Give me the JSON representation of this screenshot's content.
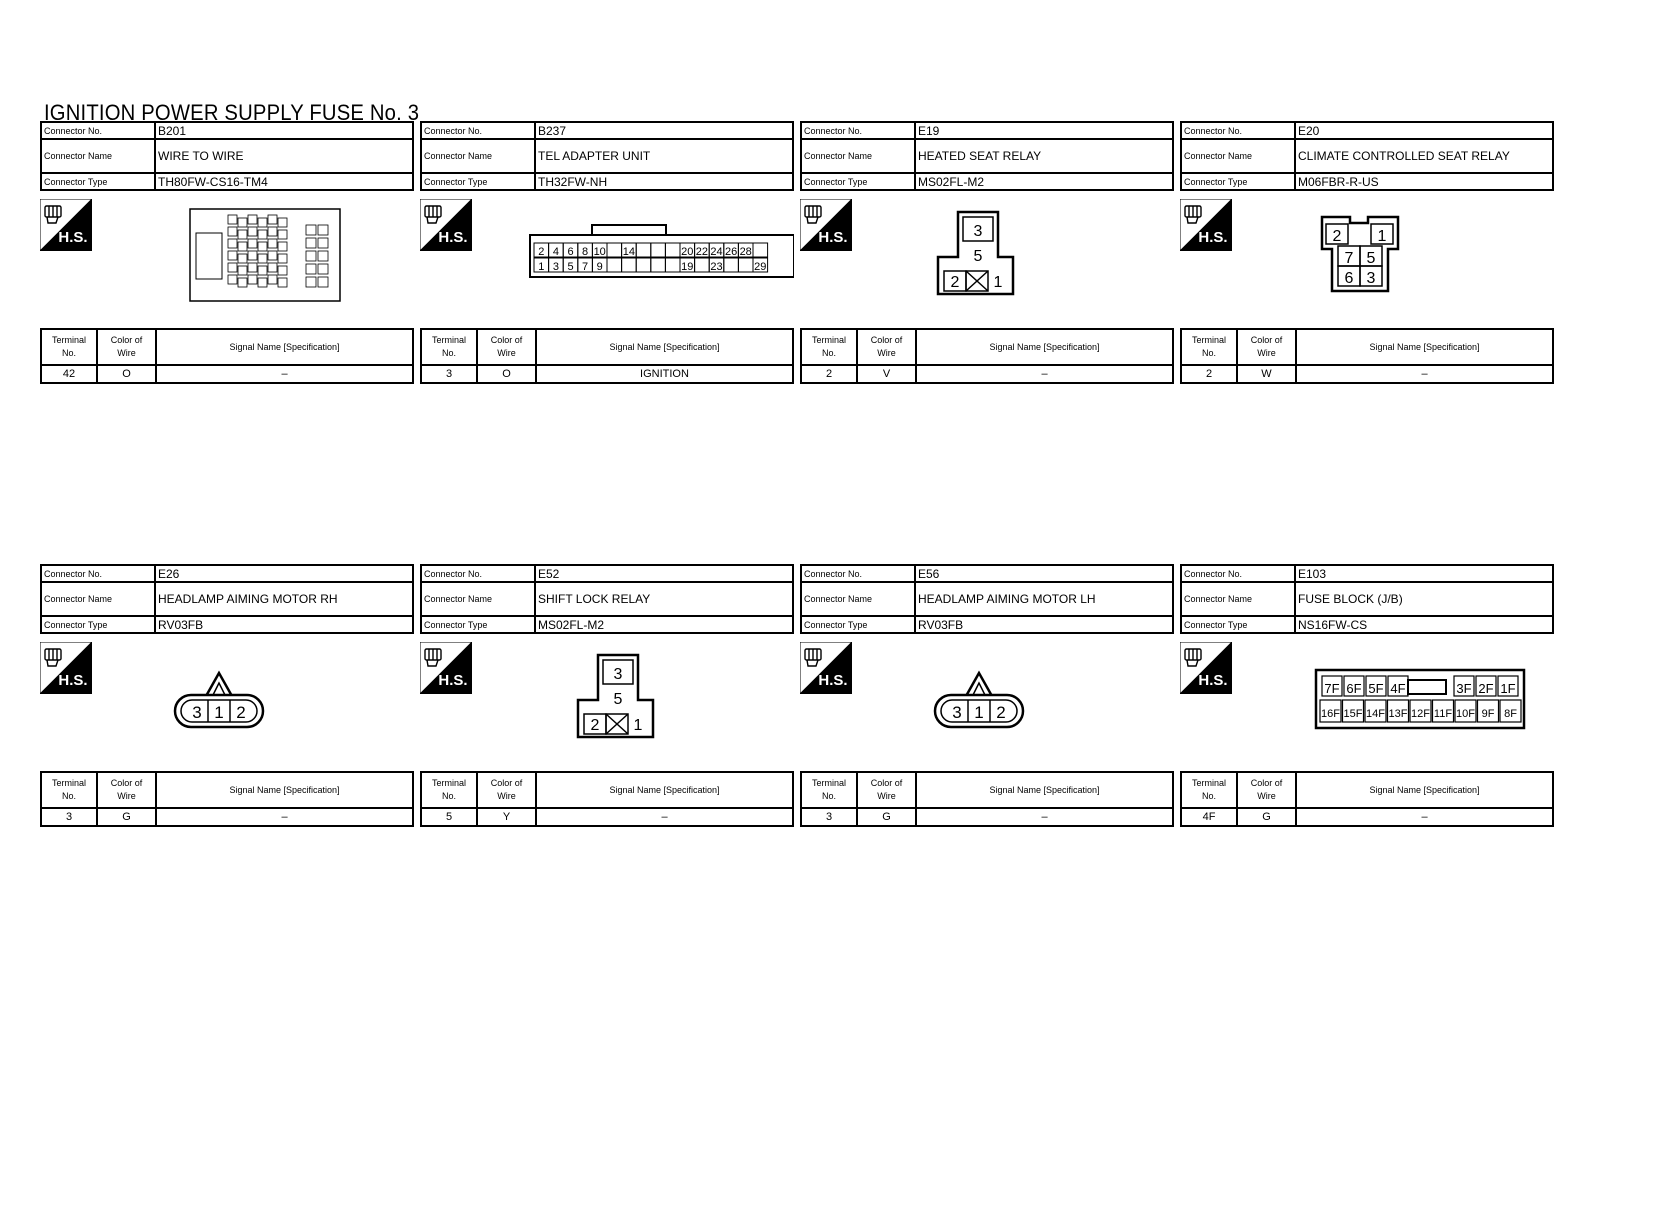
{
  "page_title": "IGNITION POWER SUPPLY FUSE No. 3",
  "labels": {
    "connector_no": "Connector No.",
    "connector_name": "Connector Name",
    "connector_type": "Connector Type",
    "terminal_no_line1": "Terminal",
    "terminal_no_line2": "No.",
    "color_of_wire_line1": "Color of",
    "color_of_wire_line2": "Wire",
    "signal_name": "Signal Name [Specification]",
    "hs_badge": "H.S."
  },
  "connectors": [
    {
      "no": "B201",
      "name": "WIRE TO WIRE",
      "type": "TH80FW-CS16-TM4",
      "terminal": "42",
      "color": "O",
      "signal": "–",
      "drawing_icon": "connector-80pin-icon"
    },
    {
      "no": "B237",
      "name": "TEL ADAPTER UNIT",
      "type": "TH32FW-NH",
      "terminal": "3",
      "color": "O",
      "signal": "IGNITION",
      "drawing_icon": "connector-32pin-icon",
      "pins_top": [
        "2",
        "4",
        "6",
        "8",
        "10",
        "",
        "14",
        "",
        "",
        "",
        "20",
        "22",
        "24",
        "26",
        "28",
        ""
      ],
      "pins_bottom": [
        "1",
        "3",
        "5",
        "7",
        "9",
        "",
        "",
        "",
        "",
        "",
        "19",
        "",
        "23",
        "",
        "",
        "29"
      ]
    },
    {
      "no": "E19",
      "name": "HEATED SEAT RELAY",
      "type": "MS02FL-M2",
      "terminal": "2",
      "color": "V",
      "signal": "–",
      "drawing_icon": "relay-connector-icon",
      "pins": {
        "top": "3",
        "middle": "5",
        "left": "2",
        "right": "1"
      }
    },
    {
      "no": "E20",
      "name": "CLIMATE CONTROLLED SEAT RELAY",
      "type": "M06FBR-R-US",
      "terminal": "2",
      "color": "W",
      "signal": "–",
      "drawing_icon": "relay-connector-icon",
      "pins": {
        "tl": "2",
        "tr": "1",
        "ml": "7",
        "mr": "5",
        "bl": "6",
        "br": "3"
      }
    },
    {
      "no": "E26",
      "name": "HEADLAMP AIMING MOTOR RH",
      "type": "RV03FB",
      "terminal": "3",
      "color": "G",
      "signal": "–",
      "drawing_icon": "three-pin-connector-icon",
      "pins": [
        "3",
        "1",
        "2"
      ]
    },
    {
      "no": "E52",
      "name": "SHIFT LOCK RELAY",
      "type": "MS02FL-M2",
      "terminal": "5",
      "color": "Y",
      "signal": "–",
      "drawing_icon": "relay-connector-icon",
      "pins": {
        "top": "3",
        "middle": "5",
        "left": "2",
        "right": "1"
      }
    },
    {
      "no": "E56",
      "name": "HEADLAMP AIMING MOTOR LH",
      "type": "RV03FB",
      "terminal": "3",
      "color": "G",
      "signal": "–",
      "drawing_icon": "three-pin-connector-icon",
      "pins": [
        "3",
        "1",
        "2"
      ]
    },
    {
      "no": "E103",
      "name": "FUSE BLOCK (J/B)",
      "type": "NS16FW-CS",
      "terminal": "4F",
      "color": "G",
      "signal": "–",
      "drawing_icon": "fuse-block-connector-icon",
      "pins_top": [
        "7F",
        "6F",
        "5F",
        "4F",
        "",
        "3F",
        "2F",
        "1F"
      ],
      "pins_bottom": [
        "16F",
        "15F",
        "14F",
        "13F",
        "12F",
        "11F",
        "10F",
        "9F",
        "8F"
      ]
    }
  ]
}
